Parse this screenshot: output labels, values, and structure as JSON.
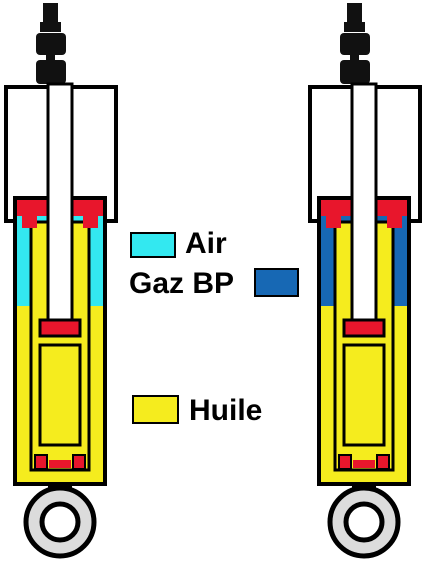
{
  "legend": {
    "air": {
      "label": "Air",
      "color": "#33e8f0"
    },
    "gas": {
      "label": "Gaz BP",
      "color": "#1768b4"
    },
    "oil": {
      "label": "Huile",
      "color": "#f5ec1e"
    }
  },
  "colors": {
    "seal": "#e8162c",
    "outline": "#000000",
    "rod": "#ffffff",
    "mount": "#111111"
  },
  "shocks": [
    {
      "id": "left",
      "upper_fluid": "air",
      "fluid_level": 0.55
    },
    {
      "id": "right",
      "upper_fluid": "gas",
      "fluid_level": 0.55
    }
  ]
}
